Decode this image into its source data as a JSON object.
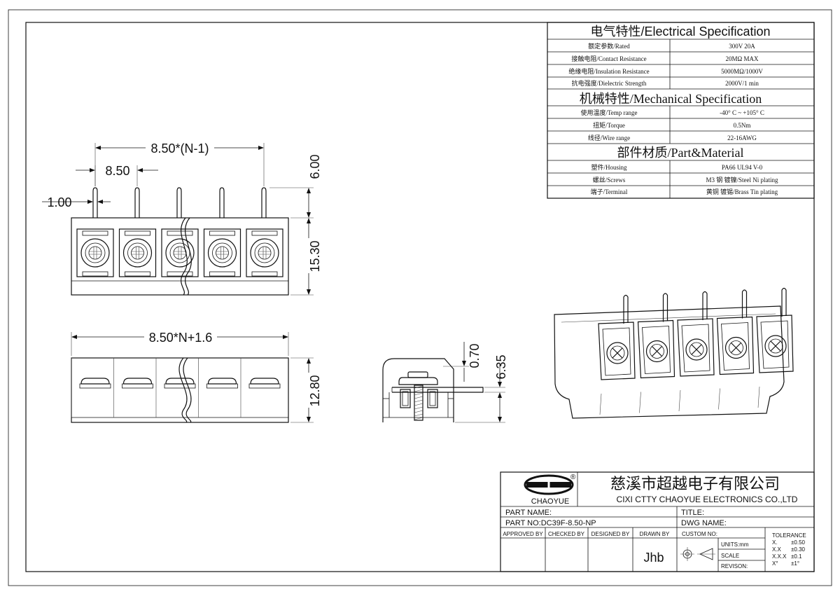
{
  "spec_table": {
    "electrical_header": "电气特性/Electrical Specification",
    "electrical": [
      {
        "label": "额定参数/Rated",
        "value": "300V  20A"
      },
      {
        "label": "接触电阻/Contact Resistance",
        "value": "20MΩ MAX"
      },
      {
        "label": "绝缘电阻/Insulation Resistance",
        "value": "5000MΩ/1000V"
      },
      {
        "label": "抗电强度/Dielectric Strength",
        "value": "2000V/1 min"
      }
    ],
    "mechanical_header": "机械特性/Mechanical Specification",
    "mechanical": [
      {
        "label": "使用温度/Temp range",
        "value": "-40° C ~ +105° C"
      },
      {
        "label": "扭矩/Torque",
        "value": "0.5Nm"
      },
      {
        "label": "线径/Wire range",
        "value": "22-16AWG"
      }
    ],
    "material_header": "部件材质/Part&Material",
    "material": [
      {
        "label": "塑件/Housing",
        "value": "PA66 UL94 V-0"
      },
      {
        "label": "螺丝/Screws",
        "value": "M3 钢 镀镍/Steel Ni plating"
      },
      {
        "label": "端子/Terminal",
        "value": "黄铜 镀锡/Brass Tin  plating"
      }
    ]
  },
  "dimensions": {
    "pitch_total": "8.50*(N-1)",
    "pitch": "8.50",
    "pin_width": "1.00",
    "pin_length": "6.00",
    "body_height": "15.30",
    "overall_length": "8.50*N+1.6",
    "body_depth": "12.80",
    "side_a": "0.70",
    "side_b": "6.35"
  },
  "title_block": {
    "logo_text": "CHAOYUE",
    "logo_mark": "®",
    "company_cn": "慈溪市超越电子有限公司",
    "company_en": "CIXI CTTY CHAOYUE ELECTRONICS CO.,LTD",
    "part_name_label": "PART NAME:",
    "title_label": "TITLE:",
    "part_no": "PART NO:DC39F-8.50-NP",
    "dwg_name_label": "DWG NAME:",
    "approved_by": "APPROVED BY",
    "checked_by": "CHECKED BY",
    "designed_by": "DESIGNED BY",
    "drawn_by": "DRAWN BY",
    "drawn_by_value": "Jhb",
    "custom_no": "CUSTOM NO:",
    "units": "UNITS:mm",
    "scale": "SCALE",
    "revision": "REVISON:",
    "tolerance_title": "TOLERANCE",
    "tolerances": [
      {
        "k": "X.",
        "v": "±0.50"
      },
      {
        "k": "X.X",
        "v": "±0.30"
      },
      {
        "k": "X.X.X",
        "v": "±0.1"
      },
      {
        "k": "X°",
        "v": "±1°"
      }
    ]
  }
}
